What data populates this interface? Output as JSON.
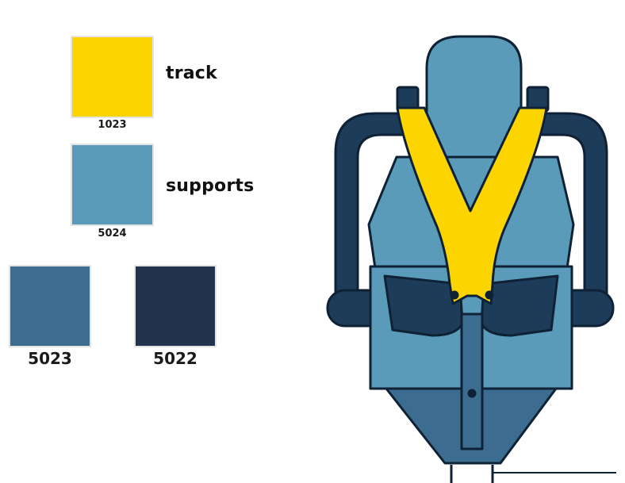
{
  "legend": {
    "track": {
      "code": "1023",
      "label": "track",
      "color": "#FCD501"
    },
    "supports": {
      "code": "5024",
      "label": "supports",
      "color": "#5A9BB9"
    },
    "dark_blue": {
      "code": "5023",
      "color": "#3C6C8F"
    },
    "navy": {
      "code": "5022",
      "color": "#22344D"
    }
  },
  "illustration": {
    "subject": "coaster seat",
    "colors": {
      "outline": "#0F2235",
      "frame": "#1D3C5A",
      "seat": "#5A9BB9",
      "seat_dark": "#3C6C8F",
      "restraint": "#FCD501"
    }
  }
}
